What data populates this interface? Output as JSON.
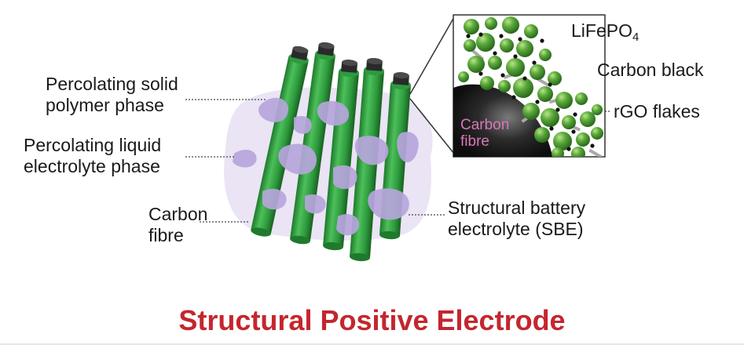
{
  "title": "Structural Positive Electrode",
  "labels": {
    "solid_polymer": [
      "Percolating solid",
      "polymer phase"
    ],
    "liquid_electrolyte": [
      "Percolating liquid",
      "electrolyte phase"
    ],
    "carbon_fibre": [
      "Carbon",
      "fibre"
    ],
    "sbe": [
      "Structural battery",
      "electrolyte (SBE)"
    ],
    "lifepo4_main": "LiFePO",
    "lifepo4_sub": "4",
    "carbon_black": "Carbon black",
    "rgo_flakes": "rGO flakes",
    "inset_fibre": [
      "Carbon",
      "fibre"
    ]
  },
  "colors": {
    "fibre_green": "#2e9a3e",
    "fibre_cap": "#2a2a2a",
    "polymer_lavender": "#b6a6dc",
    "sbe_haze": "#e6dff2",
    "particle_green": "#4f9b35",
    "title_red": "#c4262e",
    "inset_fibre_text": "#d977b8"
  }
}
